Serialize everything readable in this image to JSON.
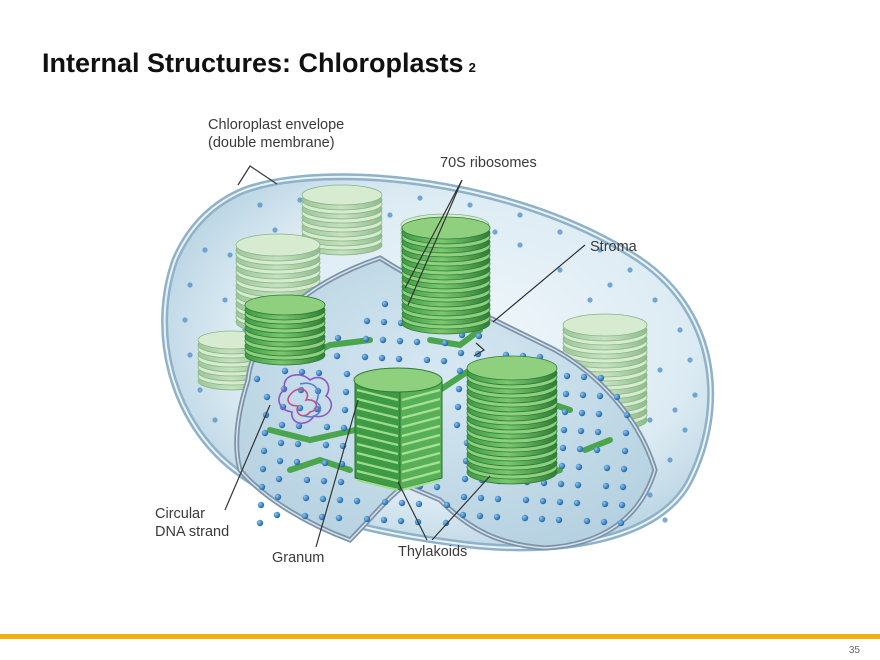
{
  "slide": {
    "title": "Internal Structures: Chloroplasts",
    "title_superscript": "2",
    "page_number": "35"
  },
  "diagram": {
    "labels": {
      "envelope_line1": "Chloroplast envelope",
      "envelope_line2": "(double membrane)",
      "ribosomes": "70S ribosomes",
      "stroma": "Stroma",
      "dna_line1": "Circular",
      "dna_line2": "DNA strand",
      "granum": "Granum",
      "thylakoids": "Thylakoids"
    }
  },
  "colors": {
    "accent_bar": "#f2b10d",
    "membrane": "#8fb2c8",
    "stroma": "#dcebf3",
    "thylakoid": "#5fb860",
    "ribosome": "#2f82c6",
    "dna": "#8e57c4"
  }
}
